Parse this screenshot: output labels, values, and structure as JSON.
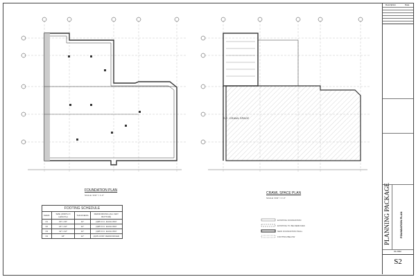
{
  "sheet": {
    "project_title": "PLANNING PACKAGE",
    "sheet_title": "FOUNDATION PLAN",
    "date": "01.2022",
    "sheet_number": "S2",
    "revision_headers": [
      "Description",
      "Date"
    ]
  },
  "foundation_plan": {
    "title": "FOUNDATION PLAN",
    "scale": "SCALE: 3/32\" = 1'-0\""
  },
  "crawl_plan": {
    "title": "CRAWL SPACE PLAN",
    "scale": "SCALE: 3/32\" = 1'-0\"",
    "area_label": "S.E. CRAWL SPACE"
  },
  "footing_schedule": {
    "title": "FOOTING SCHEDULE",
    "headers": [
      "MARK",
      "SIZE (WIDTH X LENGTH)",
      "THICKNESS",
      "REINFORCING (ALL WAY BOTTOM)"
    ],
    "rows": [
      [
        "F1",
        "30\" x 30\"",
        "12\"",
        "(4)#5 O.C. EACH WAY"
      ],
      [
        "F2",
        "24\" x 42\"",
        "12\"",
        "(4)#5 O.C. EACH WAY"
      ],
      [
        "F3",
        "42\" x 42\"",
        "12\"",
        "(4)#5 O.C. EACH WAY"
      ],
      [
        "F4",
        "18\"",
        "12\"",
        "(2)#5 CONT. REINFORCED"
      ]
    ]
  },
  "legend": [
    {
      "label": "EXISTING FOUNDATION"
    },
    {
      "label": "EXISTING TO BE REMOVED"
    },
    {
      "label": "NEW FOUNDATION WALL"
    },
    {
      "label": "FOOTING BELOW"
    }
  ],
  "colors": {
    "line": "#333333",
    "hatch": "#bbbbbb"
  }
}
